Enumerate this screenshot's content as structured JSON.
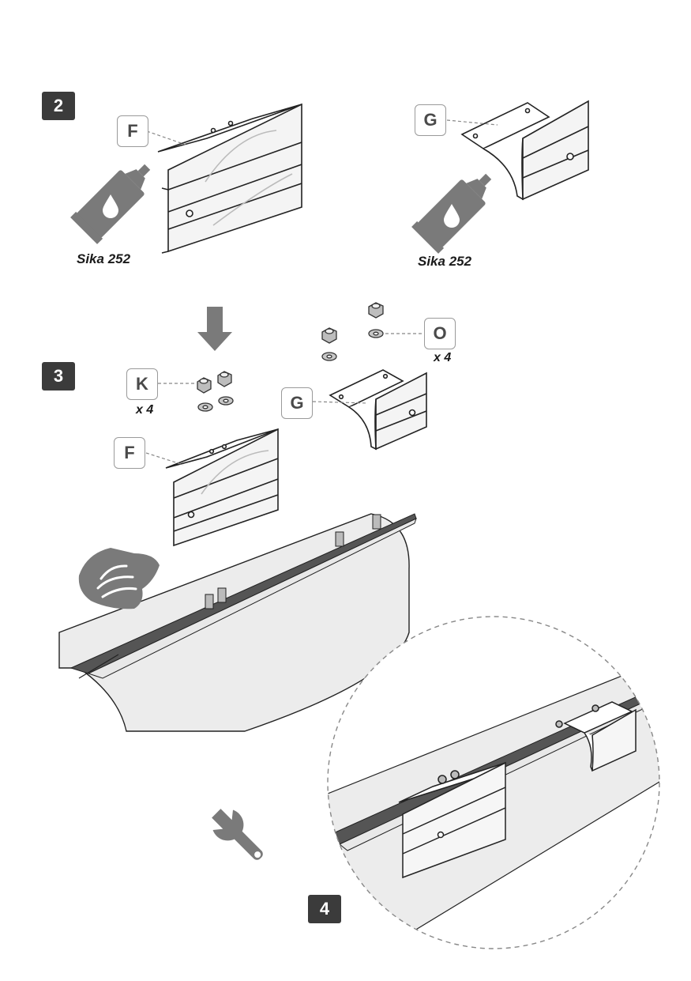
{
  "steps": {
    "s2": "2",
    "s3": "3",
    "s4": "4"
  },
  "labels": {
    "f": "F",
    "g": "G",
    "k": "K",
    "o": "O"
  },
  "captions": {
    "sika": "Sika 252"
  },
  "quantities": {
    "k_qty": "x 4",
    "o_qty": "x 4"
  },
  "icons": [
    "sealant-tube-icon",
    "arrow-down-icon",
    "hand-wipe-icon",
    "wrench-icon"
  ],
  "colors": {
    "step_bg": "#3b3b3b",
    "icon_gray": "#7a7a7a",
    "surface_gray": "#ececec",
    "rail_dark": "#555555"
  }
}
